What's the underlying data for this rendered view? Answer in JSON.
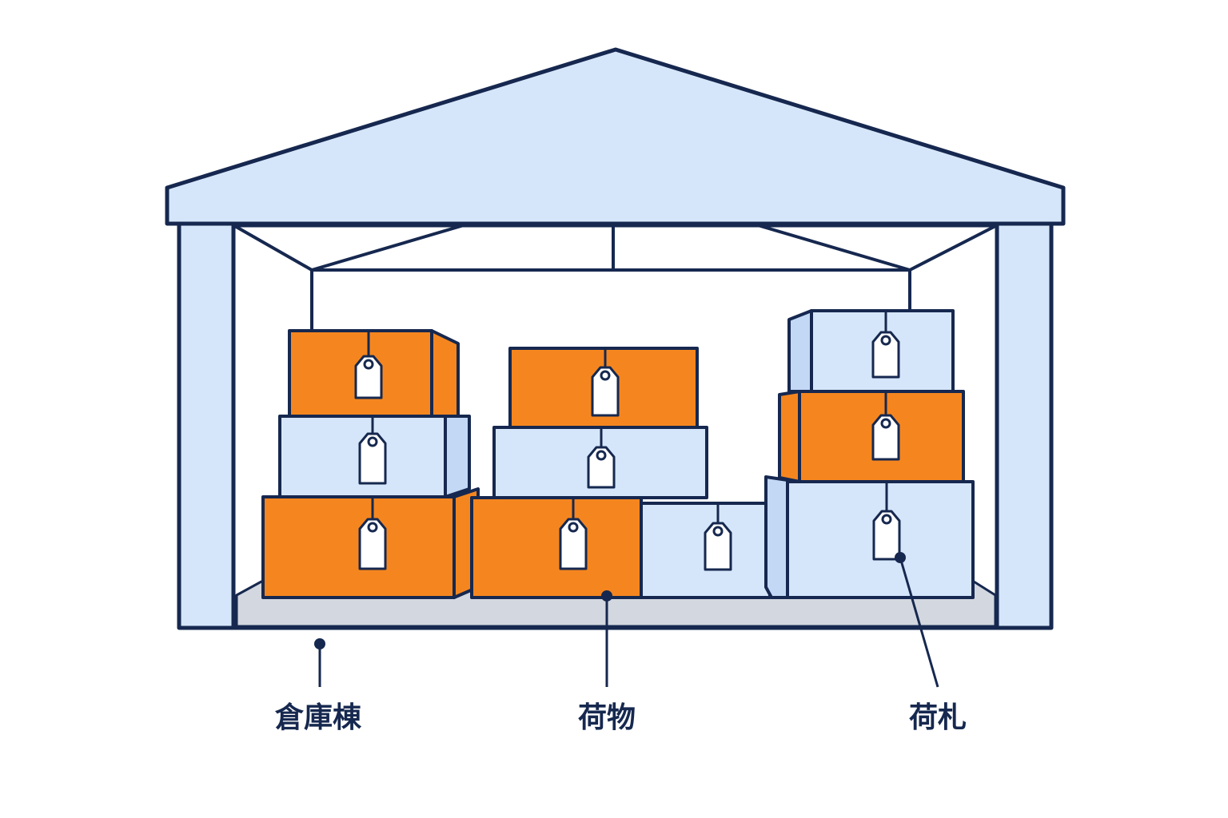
{
  "colors": {
    "outline": "#16284f",
    "building_fill": "#d6e6fa",
    "box_orange": "#f5861f",
    "box_blue": "#d6e6fa",
    "box_side_blue": "#c3d8f5",
    "floor": "#d3d7df",
    "tag_fill": "#ffffff"
  },
  "callouts": {
    "building": {
      "label": "倉庫棟"
    },
    "cargo": {
      "label": "荷物"
    },
    "tag": {
      "label": "荷札"
    }
  },
  "boxes": [
    {
      "id": "left-top",
      "color": "orange"
    },
    {
      "id": "left-middle",
      "color": "blue"
    },
    {
      "id": "left-bottom",
      "color": "orange"
    },
    {
      "id": "center-top",
      "color": "orange"
    },
    {
      "id": "center-middle",
      "color": "blue"
    },
    {
      "id": "center-bottom-left",
      "color": "orange"
    },
    {
      "id": "center-bottom-right",
      "color": "blue"
    },
    {
      "id": "right-top",
      "color": "blue"
    },
    {
      "id": "right-middle",
      "color": "orange"
    },
    {
      "id": "right-bottom",
      "color": "blue"
    }
  ]
}
